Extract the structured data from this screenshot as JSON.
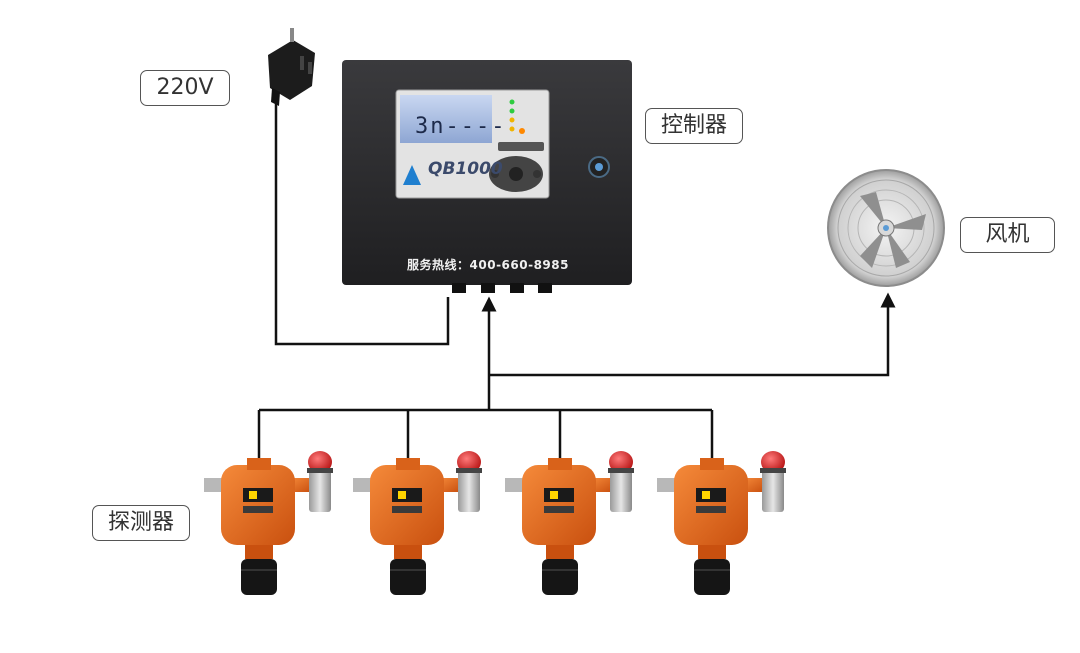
{
  "labels": {
    "power": "220V",
    "controller": "控制器",
    "fan": "风机",
    "detector": "探测器"
  },
  "controller": {
    "hotline": "服务热线：400-660-8985",
    "model": "QB1000",
    "display": "3n----"
  },
  "colors": {
    "line": "#111111",
    "controller_body": "#2b2b2d",
    "detector_body": "#ea6a1c",
    "alarm_lamp": "#d81e1e",
    "label_border": "#555555"
  },
  "detectors": [
    {
      "id": 1
    },
    {
      "id": 2
    },
    {
      "id": 3
    },
    {
      "id": 4
    }
  ]
}
